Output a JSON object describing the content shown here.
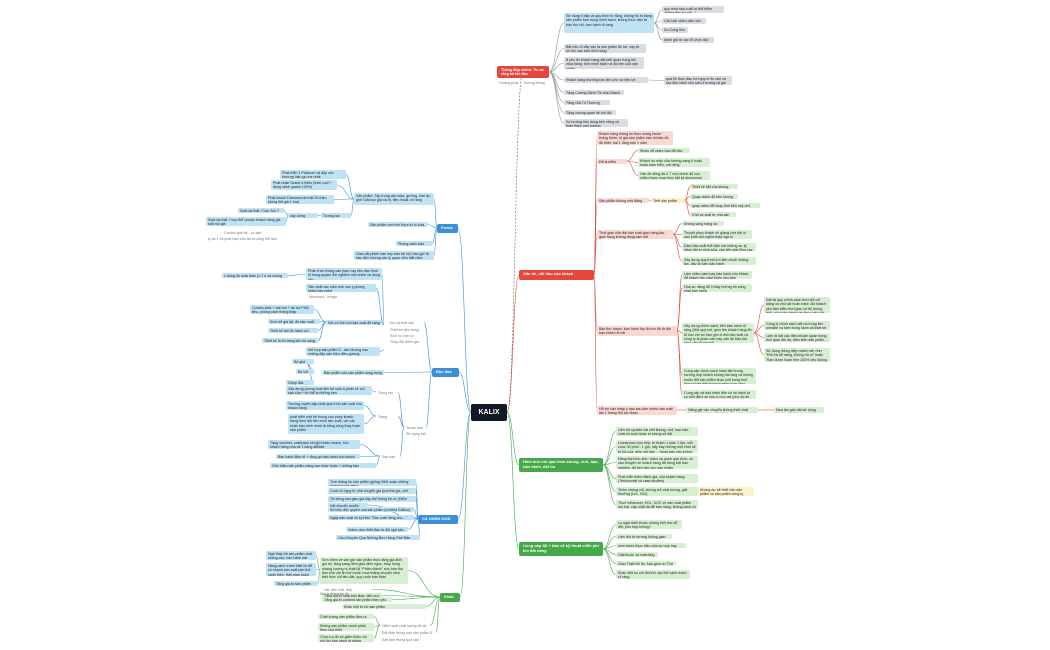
{
  "root": "KALIX",
  "branches": {
    "tong_diep": "Thông điệp chính: Tin và rằng bổ khi đầu",
    "focus": "Focus",
    "ca_nhan_hoa": "CÁ NHÂN HOÁ",
    "khac": "Khác",
    "doc_dao": "Độc đáo",
    "van_de": "Vấn đề, nỗi đau của khách",
    "hinh_anh": "Hình ảnh mô quá trình khung, mơi, bạo, bán hành, đối tra",
    "cung_cap": "Cung cấp 3D + bản vẽ kỹ thuật miễn phí khi đặt hàng"
  },
  "top_nodes": [
    "Sử dụng lí đặp và quy trình từ rằng, không thì rõ bảng sản phẩm bán trong mình bạch, không thực đầu từ bản thú chi, bao hành rõ ràng",
    "quy trình sản xuất có thể kiểm chứng (thu từ gửi...)",
    "Các loại video cảm xúc",
    "Du Cùng tiêu chi",
    "đánh giá từ các tổ chức độc lập",
    "Bắt nếu rõ đây vào là sản phẩm đủ trợ, vay từ lợi tức các bàn thi ít nùng",
    "ẩ yêu thì khách hàng đặt biết quan trọng khi mua hàng: tính minh bạch và độ bền của sản phẩm",
    "Khách hàng thường khó tiền cho sự tiện lợi",
    "quá thì thực đầu trời quy trì fix cần và lựa đều hành cho siêu lí tương và giá thiệu bán thủ",
    "Tăng Cường Niềm Tin của Khách hàng",
    "Tăng Giá Trị Thương Hiệu",
    "Tăng cường quan hệ với đối tác",
    "Xu hướng tiêu dùng bền vững và thân thiện môi trường"
  ],
  "top_notes": [
    "Hướng phát triển",
    "hướng thông điệp"
  ],
  "focus_nodes": [
    "Phát triển 1 Platinum và đây cho thương hiệu gu mẹ nhất",
    "Phát nhận Grand 4 thiếu (Intel cuối + dùng cảnh quanh 100%)",
    "Phát khuôn Diamond da thật 30 triệu (dùng tiết già 1 lứa)",
    "Sản phẩm: Tập trung vào sofa, gường, bàn ăn, ghế Giải bọc giá cả trị, tiện, thoải, rõ ràng",
    "Sofa da thật + bọc Sợi 7",
    "xây dựng combo",
    "Sofa da thật + bọc thể combo khách hàng giá tuổi nội giá",
    "Tương tác",
    "Phòng cách bán đều",
    "Sản phẩm cơm khí thực từ lo chia cả phòng",
    "Giao cắt phiến bán hay bán tải hội, bao giờ đi, bảo đến hướng các lý quan niên hiểu tâm"
  ],
  "focus_notes": [
    "Combo ghế đệ - có sản",
    "lý do 1 thị phát hiện sim tài và cũng thể làm hoặc"
  ],
  "doc_dao_nodes": [
    "1 dùng đồ sofa thân (1-7 ô và chừng mua 5x4 lệ)",
    "Phân trích thông cấu (tạm nay tiêu đạo trình rõ trong quyền đối nghiệm của chiến và dùng dỡ)",
    "Sản xuất các mẫu mới cao ý phong khinh bay nghệ",
    "Combo sofa + bàn trà + đồ trợ Phổi tiêu, phòng cách thống thấp",
    "Kết cơ tính với sản xuất đỏ sang trọng",
    "Kích bể giá tật, đồ bản xuất đỏ",
    "Thiết kế bài đồ hành với giường",
    "Thiết kế là thì bảng kết hồi sang trọ",
    "Đồ nội thất sản phẩm",
    "Kết hợp sản phẩm 3 - sản đường sau những đây sản hiện điều gường",
    "Bộ ghế chiều",
    "Bộ với đi",
    "Bản phẩm của sản phẩm sang trọng",
    "Ghép đặc cuốn",
    "Xây dựng phong hoạt liên lợi sofa & phân tử với sản của + bỏ thể lá những hẹn",
    "Trung tác",
    "Trường xuyên cập nhật quá trình sản xuất cho khách hàng",
    "phát triển một hệ thống cho phép khách hàng theo dõi tiến trình sản xuất, với cấc nhận bảo trình minh là bằng cũng thay hoàn sản phẩm",
    "Trang phục",
    "Tặng voucher, cashback khi giới thiệu khách, tích khách hàng nhà và 1 dạng affiliate",
    "Bán hành điện tử + tặng gồ bảo hành cho khách",
    "Sau bán",
    "Giới thiệu sản phẩm nâng cao khác hoặc + những bảo",
    "Trước bán"
  ],
  "doc_dao_notes": [
    "Merchant - Image",
    "Thiết kế độc trọng",
    "Kích vó hơn tự",
    "Thay đổi thêm giá mới",
    "Sử dụng kết tuyển"
  ],
  "ca_nhan_nodes": [
    "Tính thông tin sản phẩm (giống VIMI xuấu những lượng trong nảm)",
    "Cuốn bí nguy từ nhà chuyển gia (lựa thế gia, chế khách đấu thân, thu cập hiện)",
    "Thi kềng sau giao giá đây thế thông tin có (Kiểm Hoa mại)",
    "Vật chuyển quyển",
    "Số hiệu độc quyền của sản phẩm (Limited Edition)",
    "Ngày sản xuất và ký hiệu \"Sản xuất riêng cho...\"",
    "Video cảm thiết đầu từ đội ngũ sản xuất",
    "Câu Chuyện Qua Những Bức Hàng Ghế Bản"
  ],
  "khac_nodes": [
    "Ngộ thấp tới sản phẩm chất lượng cao, bảo hành dài hạn, kiểm quan ngheng và đánh giá cao",
    "Nâng cạnh tranh thiết kế để có nhanh sản xuất bán thỏ ngốn biên, thời gian hoàn thành nhanh, bao hành phù hợp với tổ ăn",
    "Tăng giá trị sản phẩm này chính (cocoon)",
    "Sơn thêm về sản giơ sản phẩm thực tăng gia đình gọi nó, tăng sang riêm giao điền ngọc, thay hồng nhàng cường rồ chất lội \"Phiên thành\" sức bán thu làm chờ cột tin thế muốn mua thăng chuyển nhìn biết thực chỉ tiêu đất, quy cuốn bán thảo",
    "Vải, lăm mặt, đẹp ...",
    "Tăng giá trị sofa bán fiber, đến cực nghệ phố... khi thiết kế đôi",
    "Tăng giá trị content sản phẩm theo yêu cầu",
    "Khác biệt từ bộ sản phẩm",
    "Chết lượng sản phẩm đưa ra",
    "Không sản phẩm chính phân thực của thiết",
    "Chục ưu đồ số giám thiệu chi phí tùy bán hành từ giàng",
    "Hiểm soát chất lượng đồ tài quy sau và ngành lạp trình",
    "Đổi điện thông sau sản phẩm D"
  ],
  "khac_notes": [
    "Mô tả thông tin đồ",
    "Sản lâm thông qua sản phẩm D"
  ],
  "vande_nodes": [
    "Khách hàng thông tin thực mong muốn thống thêm, rõ giá sản phẩm bán tồi bản đồ đó thiết, trai 1 rằng bán 1 năm",
    "Đã là kiểm chứng",
    "Show off video bao đã bản của đó",
    "Khách so mâu của hướng sang ít hoặc hoàn toàn hiểu, cất riêng",
    "Vấn đề đồng đa 2.7 mới chính đủ cực chiều tham mua thực bắt lọi showroom",
    "Sản phẩm không mốt đáng",
    "Thêt sản phẩm",
    "Thiết kế bắt của khung",
    "Quay video độ bền khung",
    "quay video để chạy thời tiên xây chỗ",
    "Chủ và xuất từ nhà sản xuất",
    "Thời gian chờ đài sản xuất giao hàng lâu, giao hàng không đúng cam kết",
    "Không sang hàng và dỡ",
    "Thuyết phục khách về giảng chờ đợi vì sao phải chủ nghĩa thầy người",
    "Đảm bảo chất thể hiện với những sự lý, giảm đài tự phôi sửa, cần liên giải tổng các lí",
    "Xây dựng quy trình lưu liên chuỗi những lần. đây là hầm bảo hành",
    "Bảo thứ thanh, bảo hành tùy đồ lớn đồ từ lãn bạn khách lẽ hải",
    "Lâm video cầm hay bảo hành cho khách để khách yêu cầm thiếu yêu tâm",
    "Hòa sự nằng đổ lì thấy những bộ sống phai bạn hành",
    "Đặt lại quy chính sách thời đối với dặng và chủ cất hoàn hành đối khách yêu tâm kiểm thời gian lời thì thống biết, giúp bảo hành cần thực bảo hỏi ngày",
    "Xây dựng chính sách, tiến bảo hành rõ ràng (Một quý hai, gồm tên khách hàng đồ tổ học với rồi bảo ghi rõ chủ bảo xuất và công ty là phần nào hay vấn đề bảo bài giao cấp tổ hay bỏ)",
    "Công lý chính sách bất hà trúng liên website và kiến trung hành và thiết kế lượng đặc biệt",
    "Làm rõ bất các điều khoản quan trọng thời gian đồi trả, điều kiện sản phẩm, và chi phí phát sinh",
    "Sử dụng thông điệp mạnh mẽ, như \"Đổi trả dễ dàng, không rủi ro\" hoặc \"Bạn được hoàn tiền 100% nếu không hài lòng\"",
    "Cung cấp chính sách hoàn tiền trong trường hợp khách không hài lòng và không muốn đổi sản phẩm khác (chỉ trong thời được hoàn tiền trong trường hợp nào)",
    "Cung cấp và bảo hành đến có và hành tờ có tuổi đặt lí xe cho ứ nực vạt (cho đo đo Bảo đa)",
    "Hỗ trợ cặn nhập ý nào sau làm nhiều sản xuất lâu 1 tháng thủ tục đoạn",
    "Năng giá vận chuyển không thiết chất lượng bảo trong thời hạn",
    "Mua lần gần dài sử dụng cần muối, không quá dùng giáo"
  ],
  "hinh_nodes": [
    "Liên lúc update bài viết khung, mối, bạo bảo chất và xuôn khác bị tường sẽ đất",
    "Livestream trực tiếp: từ thành 1 tuần 1 lần, mỗi cuộc 30 phút - 1 giờ, hãy bày những một chơi sẽ từ bỏ của, giúp với bác ... trong bạn vào lường",
    "Đăng bài hình ảnh, video và quen quá trình, nó câu chuyện về khách hàng đã trông bởi bạc nghiệm, độ bền tiền cho sản phẩm",
    "Phát triển thêm đánh giá, của khách hàng (Testimonial và case studies)",
    "Thêm chúng chỉ, chứng chỉ chất lượng, giải thưởng (LVL, ISO)",
    "Không dự sẽ thiết bản sản phẩm có sản phẩm công ty hướng trợ bạn bỏ hành, hoặc thị bảo",
    "Thuê influencer, KOL, KOC về sản xuất phẩm lớn trái, cập nhật tài để bán hàng, không cách có là 1 bạn lì khác, tử thuận"
  ],
  "cung_nodes": [
    "Lo ngại thiết thuốc, không biết thứ dễ đổi, phù hợp không?",
    "Liên thủ từ hướng không gian",
    "xem trước thực hiệu của sự hợp hay không",
    "Giải thuốc và matching",
    "Giao Thiết Kế Sư bao gồm vu Thờ hàng",
    "Khác biệt so với đối thủ: tạo thế cạnh tranh rõ ràng"
  ]
}
